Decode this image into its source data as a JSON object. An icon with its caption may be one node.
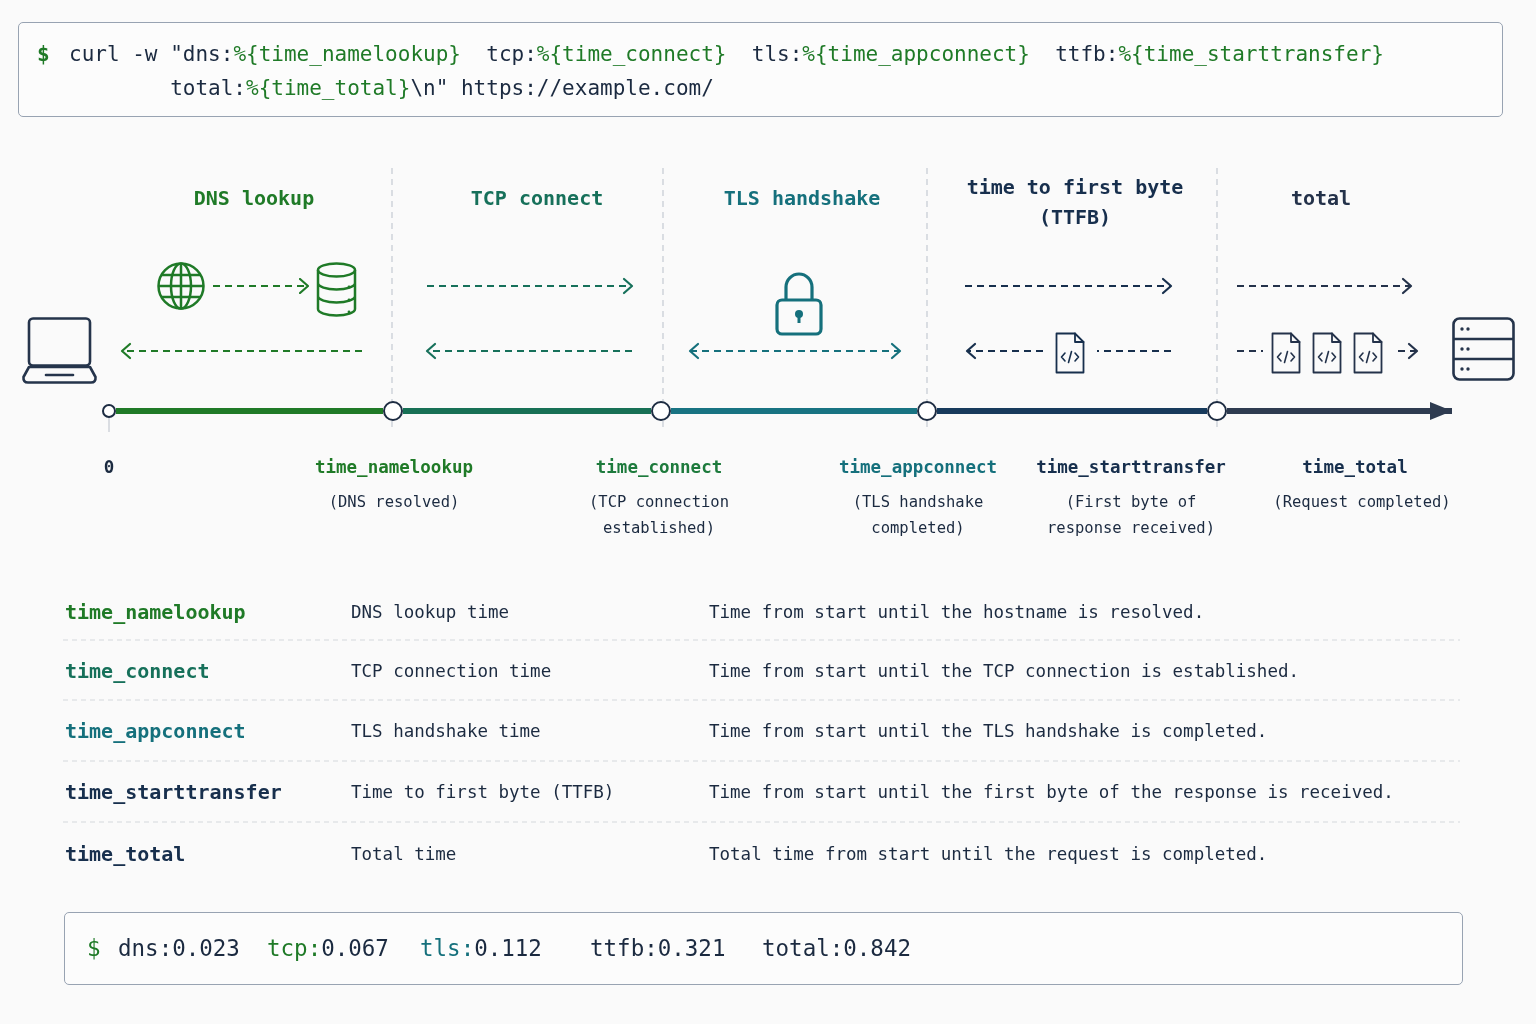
{
  "diagram": {
    "nodes": [
      {
        "text": [
          "$",
          "curl -w \"dns:%{time_namelookup}  tcp:%{time_connect}  tls:%{time_appconnect}  ttfb:%{time_starttransfer} total:%{time_total}\\n\" https://example.com/"
        ]
      },
      {
        "text": [],
        "shape": "picture"
      },
      {
        "text": [],
        "shape": "picture"
      },
      {
        "text": [],
        "shape": "picture"
      },
      {
        "text": [],
        "shape": "circle",
        "beside": [
          "0"
        ]
      },
      {
        "text": [],
        "shape": "circle",
        "beside": [
          "time_namelookup",
          "(DNS resolved)"
        ]
      },
      {
        "text": [],
        "shape": "circle",
        "beside": [
          "time_connect",
          "(TCP connection established)"
        ]
      },
      {
        "text": [],
        "shape": "circle",
        "beside": [
          "time_appconnect",
          "(TLS handshake completed)"
        ]
      },
      {
        "text": [],
        "shape": "circle",
        "beside": [
          "time_starttransfer",
          "(First byte of response received)"
        ]
      },
      {
        "text": [
          "$",
          "dns:0.023",
          "tcp:0.067",
          "tls:0.112",
          "ttfb:0.321",
          "total:0.842"
        ]
      }
    ],
    "edges": [
      {
        "from": 1,
        "to": 2,
        "arrow": "to",
        "style": "dashed",
        "color": "#1f7a27"
      },
      {
        "from": 4,
        "to": 5,
        "arrow": "none",
        "color": "#1f7a27"
      },
      {
        "from": 5,
        "to": 6,
        "arrow": "none",
        "color": "#177055"
      },
      {
        "from": 6,
        "to": 7,
        "arrow": "none",
        "color": "#187382"
      },
      {
        "from": 7,
        "to": 8,
        "arrow": "none",
        "color": "#173a5c"
      },
      {
        "from": 8,
        "to": 3,
        "arrow": "to",
        "color": "#2e3b50"
      }
    ],
    "labels": [
      "DNS lookup",
      "TCP connect",
      "TLS handshake",
      "time to first byte (TTFB)",
      "total",
      "time_total",
      "(Request completed)",
      "time_namelookup",
      "DNS lookup time",
      "Time from start until the hostname is resolved.",
      "time_connect",
      "TCP connection time",
      "Time from start until the TCP connection is established.",
      "time_appconnect",
      "TLS handshake time",
      "Time from start until the TLS handshake is completed.",
      "time_starttransfer",
      "Time to first byte (TTFB)",
      "Time from start until the first byte of the response is received.",
      "time_total",
      "Total time",
      "Total time from start until the request is completed."
    ]
  }
}
